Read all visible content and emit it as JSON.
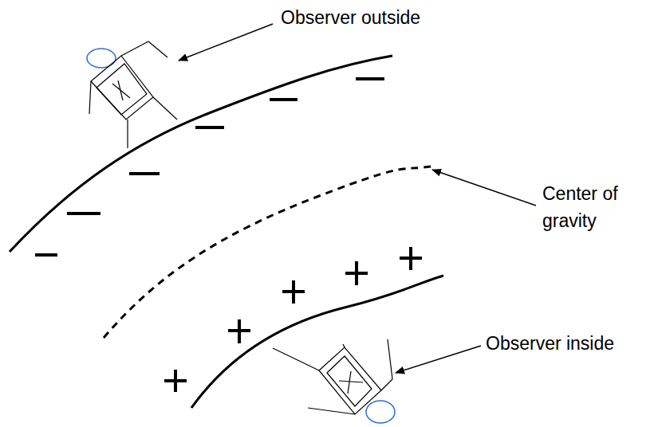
{
  "diagram": {
    "labels": [
      "Observer outside",
      "Center of gravity",
      "Observer inside"
    ]
  }
}
